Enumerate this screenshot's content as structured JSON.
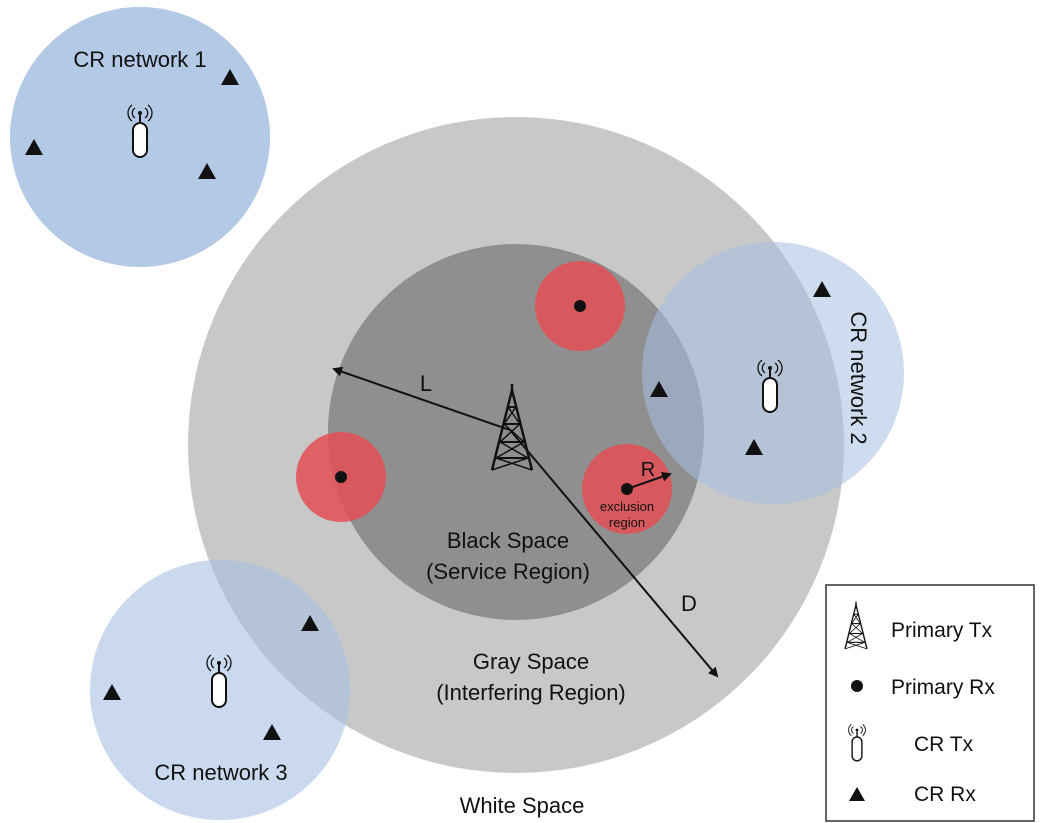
{
  "regions": {
    "black_space_title": "Black Space",
    "black_space_subtitle": "(Service Region)",
    "gray_space_title": "Gray Space",
    "gray_space_subtitle": "(Interfering Region)",
    "white_space": "White Space",
    "exclusion_line1": "exclusion",
    "exclusion_line2": "region"
  },
  "distances": {
    "L": "L",
    "D": "D",
    "R": "R"
  },
  "networks": {
    "cr1": "CR network 1",
    "cr2": "CR network 2",
    "cr3": "CR network 3"
  },
  "legend": {
    "primary_tx": "Primary Tx",
    "primary_rx": "Primary Rx",
    "cr_tx": "CR Tx",
    "cr_rx": "CR Rx"
  },
  "colors": {
    "gray_region": "#c8c8c8",
    "black_region": "#8f8f8f",
    "cr_network": "#a7c0e2",
    "exclusion": "#e15258"
  }
}
